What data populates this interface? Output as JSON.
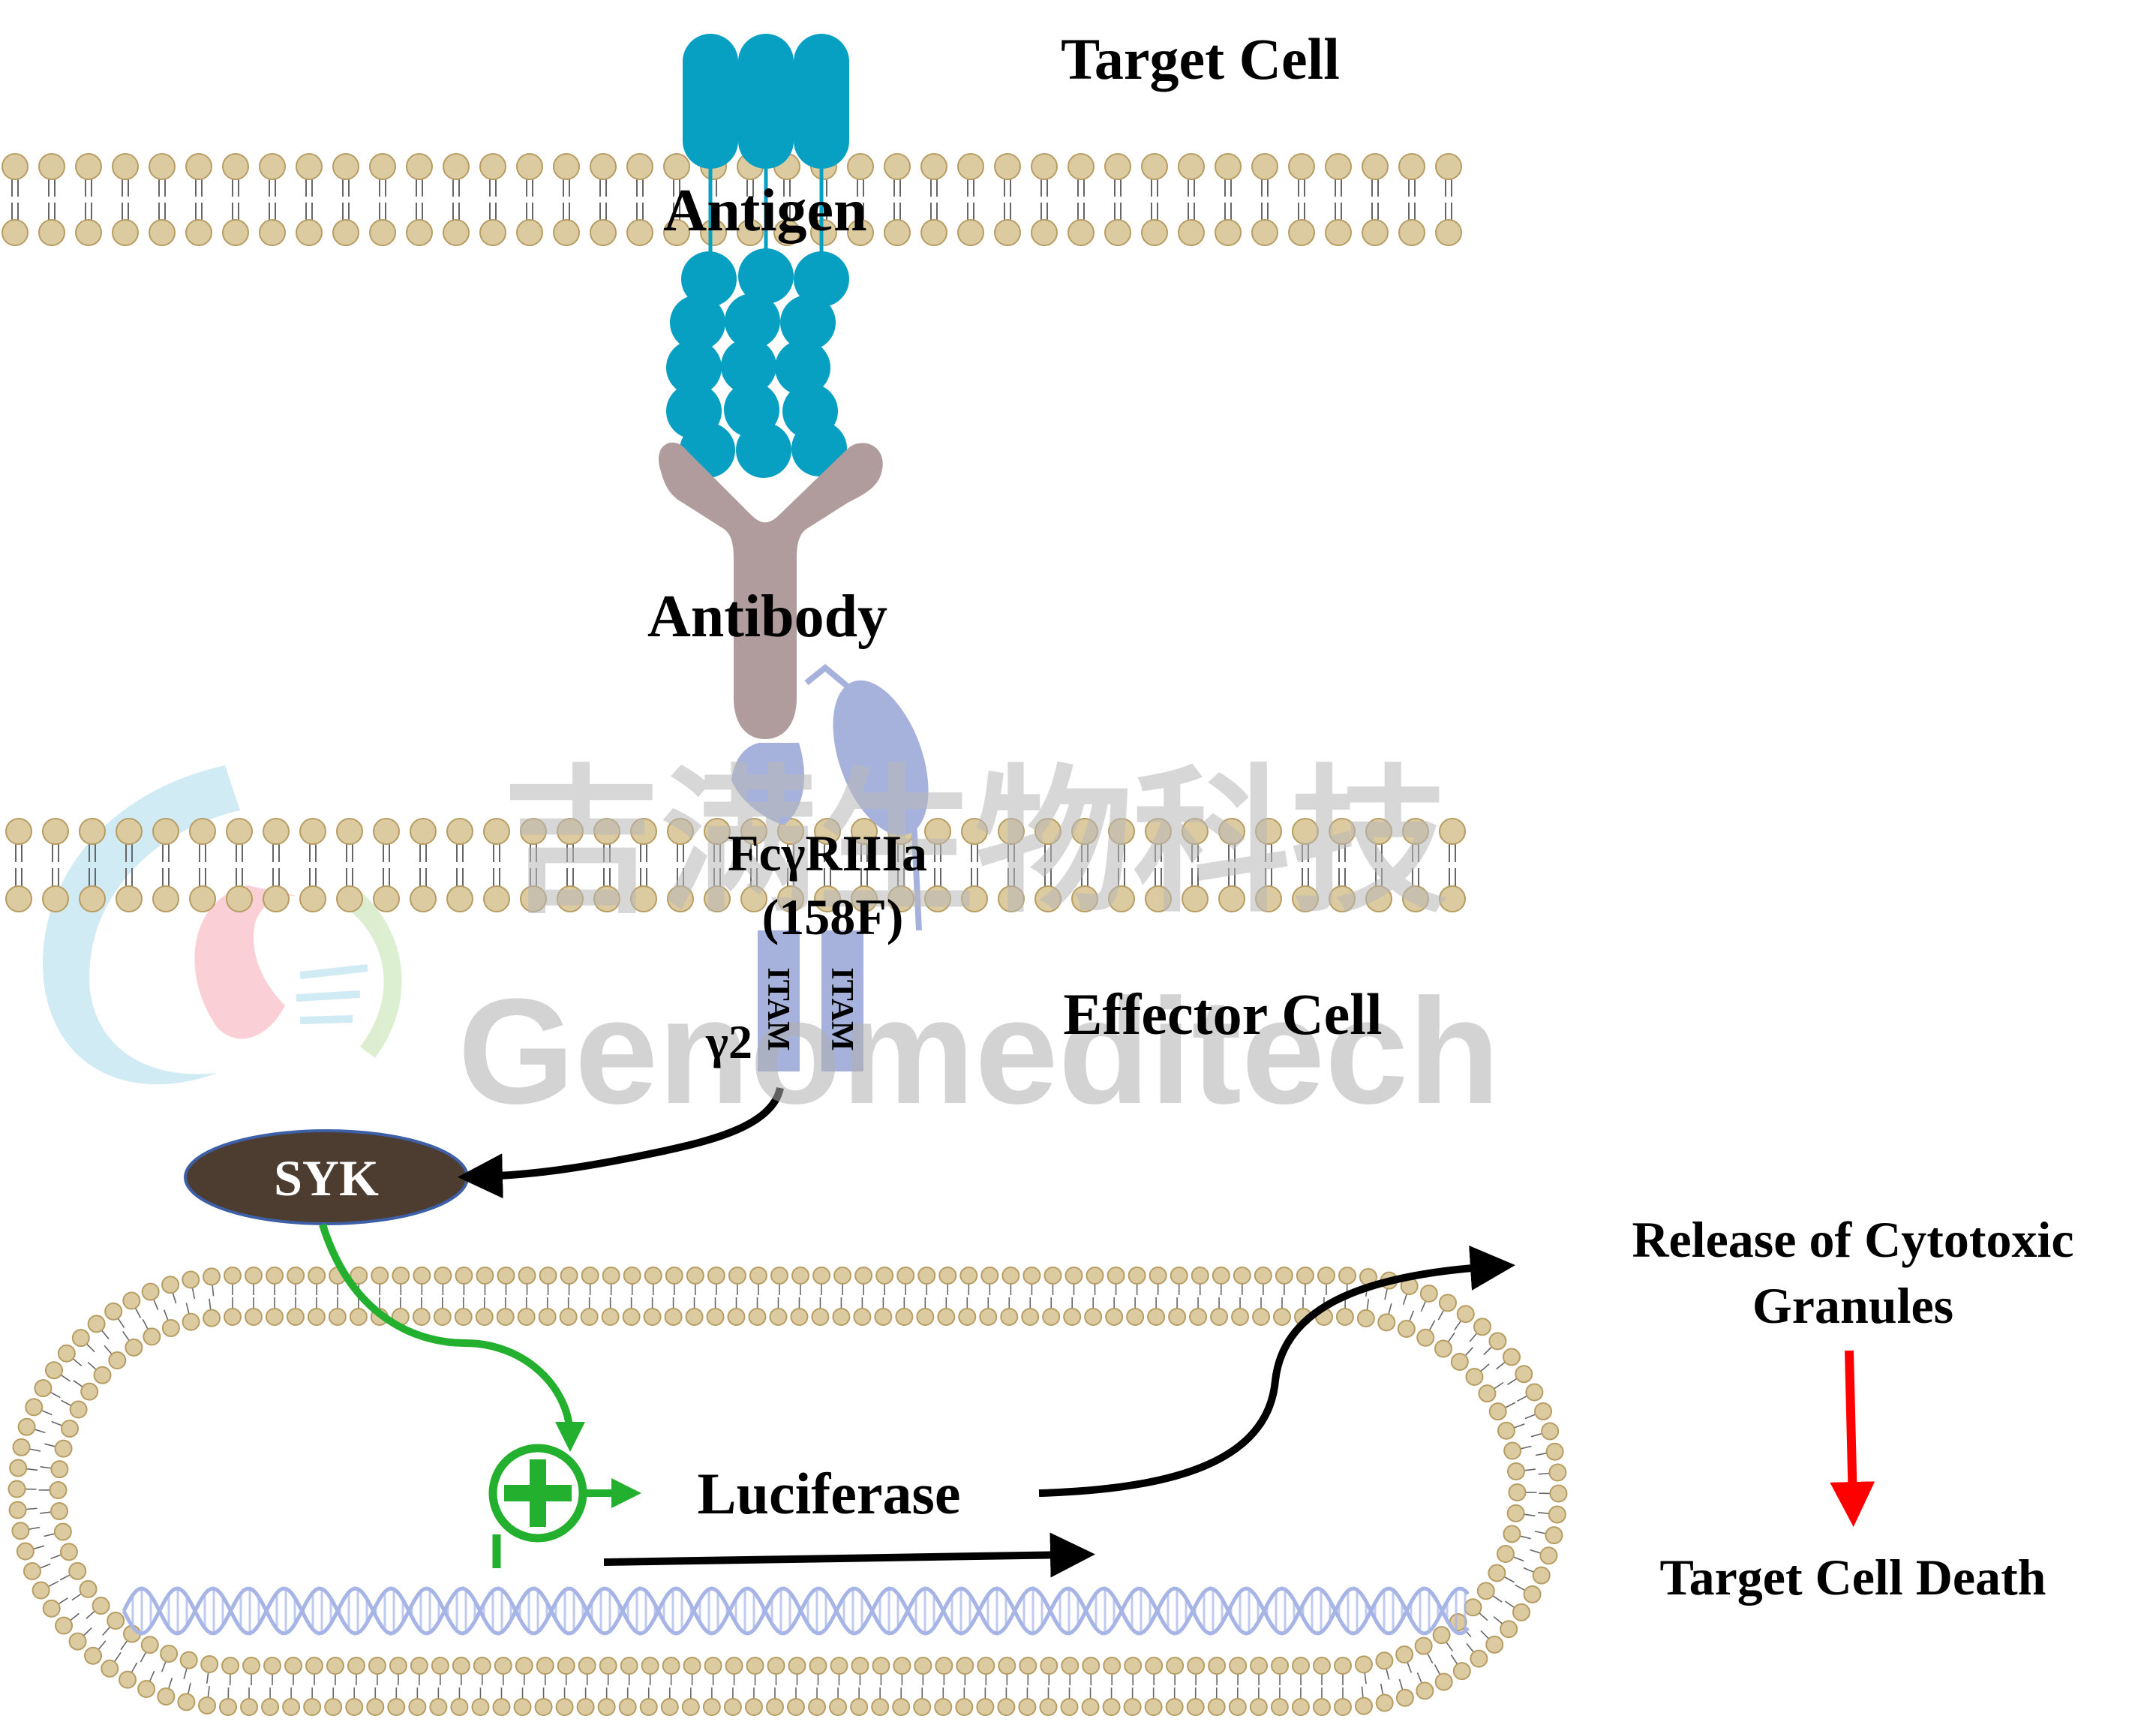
{
  "labels": {
    "target_cell": "Target Cell",
    "antigen": "Antigen",
    "antibody": "Antibody",
    "receptor_line1": "FcγRIIIa",
    "receptor_line2": "(158F)",
    "itam_left": "ITAM",
    "itam_right": "ITAM",
    "gamma2": "γ2",
    "effector_cell": "Effector Cell",
    "syk": "SYK",
    "luciferase": "Luciferase",
    "release_line1": "Release of Cytotoxic",
    "release_line2": "Granules",
    "target_death": "Target Cell Death"
  },
  "watermark": {
    "chinese": "吉满生物科技",
    "english": "Genomeditech"
  },
  "colors": {
    "membrane_head": "#dccba0",
    "membrane_head_stroke": "#b79d64",
    "antigen": "#079fc2",
    "antibody": "#b09c9c",
    "receptor": "#a7b2dc",
    "syk_fill": "#4d3c30",
    "syk_stroke": "#3d5fa6",
    "activation_green": "#22b02e",
    "death_arrow": "#ff0000",
    "dna": "#a6b4e6"
  }
}
